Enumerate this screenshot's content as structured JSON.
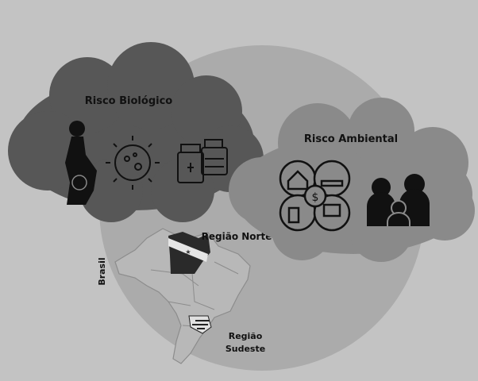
{
  "biological": {
    "title": "Risco Biológico",
    "icons": [
      "pregnant-woman-icon",
      "virus-icon",
      "medicine-bottles-icon"
    ]
  },
  "environmental": {
    "title": "Risco Ambiental",
    "icons": [
      "socioeconomic-circles-icon",
      "family-icon"
    ]
  },
  "map": {
    "country_label": "Brasil",
    "north_label": "Região Norte",
    "southeast_label_line1": "Região",
    "southeast_label_line2": "Sudeste"
  },
  "colors": {
    "background": "#c3c3c3",
    "circle": "#ababab",
    "bio_cloud": "#575757",
    "env_cloud": "#8a8a8a"
  }
}
